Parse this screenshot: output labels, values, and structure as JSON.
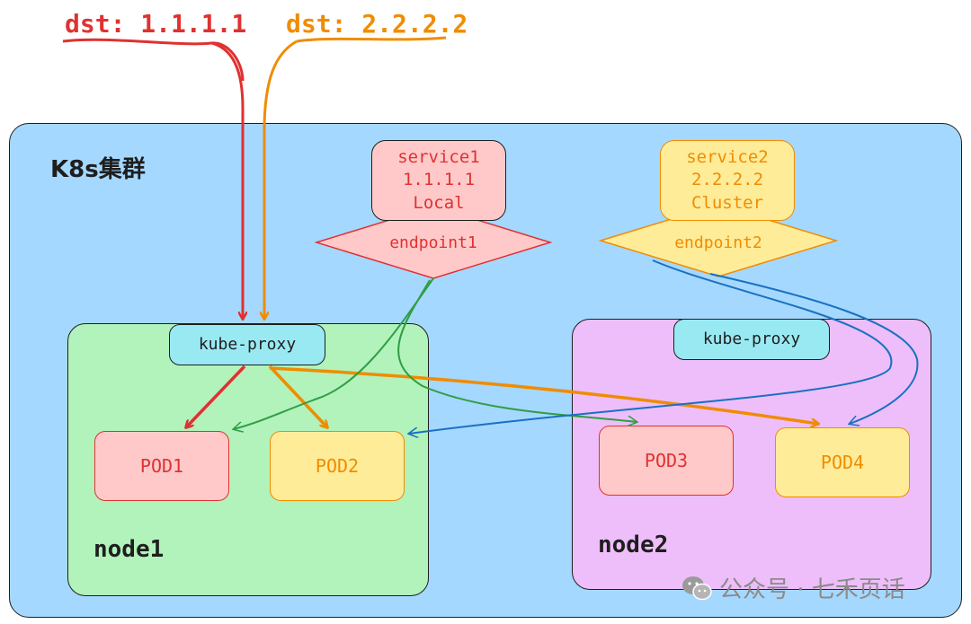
{
  "cluster": {
    "title": "K8s集群"
  },
  "external": {
    "dst1": "dst: 1.1.1.1",
    "dst2": "dst: 2.2.2.2"
  },
  "services": [
    {
      "name": "service1",
      "ip": "1.1.1.1",
      "policy": "Local",
      "endpoint": "endpoint1"
    },
    {
      "name": "service2",
      "ip": "2.2.2.2",
      "policy": "Cluster",
      "endpoint": "endpoint2"
    }
  ],
  "nodes": [
    {
      "label": "node1",
      "proxy": "kube-proxy",
      "pods": [
        "POD1",
        "POD2"
      ]
    },
    {
      "label": "node2",
      "proxy": "kube-proxy",
      "pods": [
        "POD3",
        "POD4"
      ]
    }
  ],
  "watermark": {
    "text": "公众号 · 七禾页话",
    "icon": "wechat-icon"
  },
  "colors": {
    "red": "#e03131",
    "orange": "#f08c00",
    "green": "#2f9e44",
    "blue": "#1971c2"
  }
}
